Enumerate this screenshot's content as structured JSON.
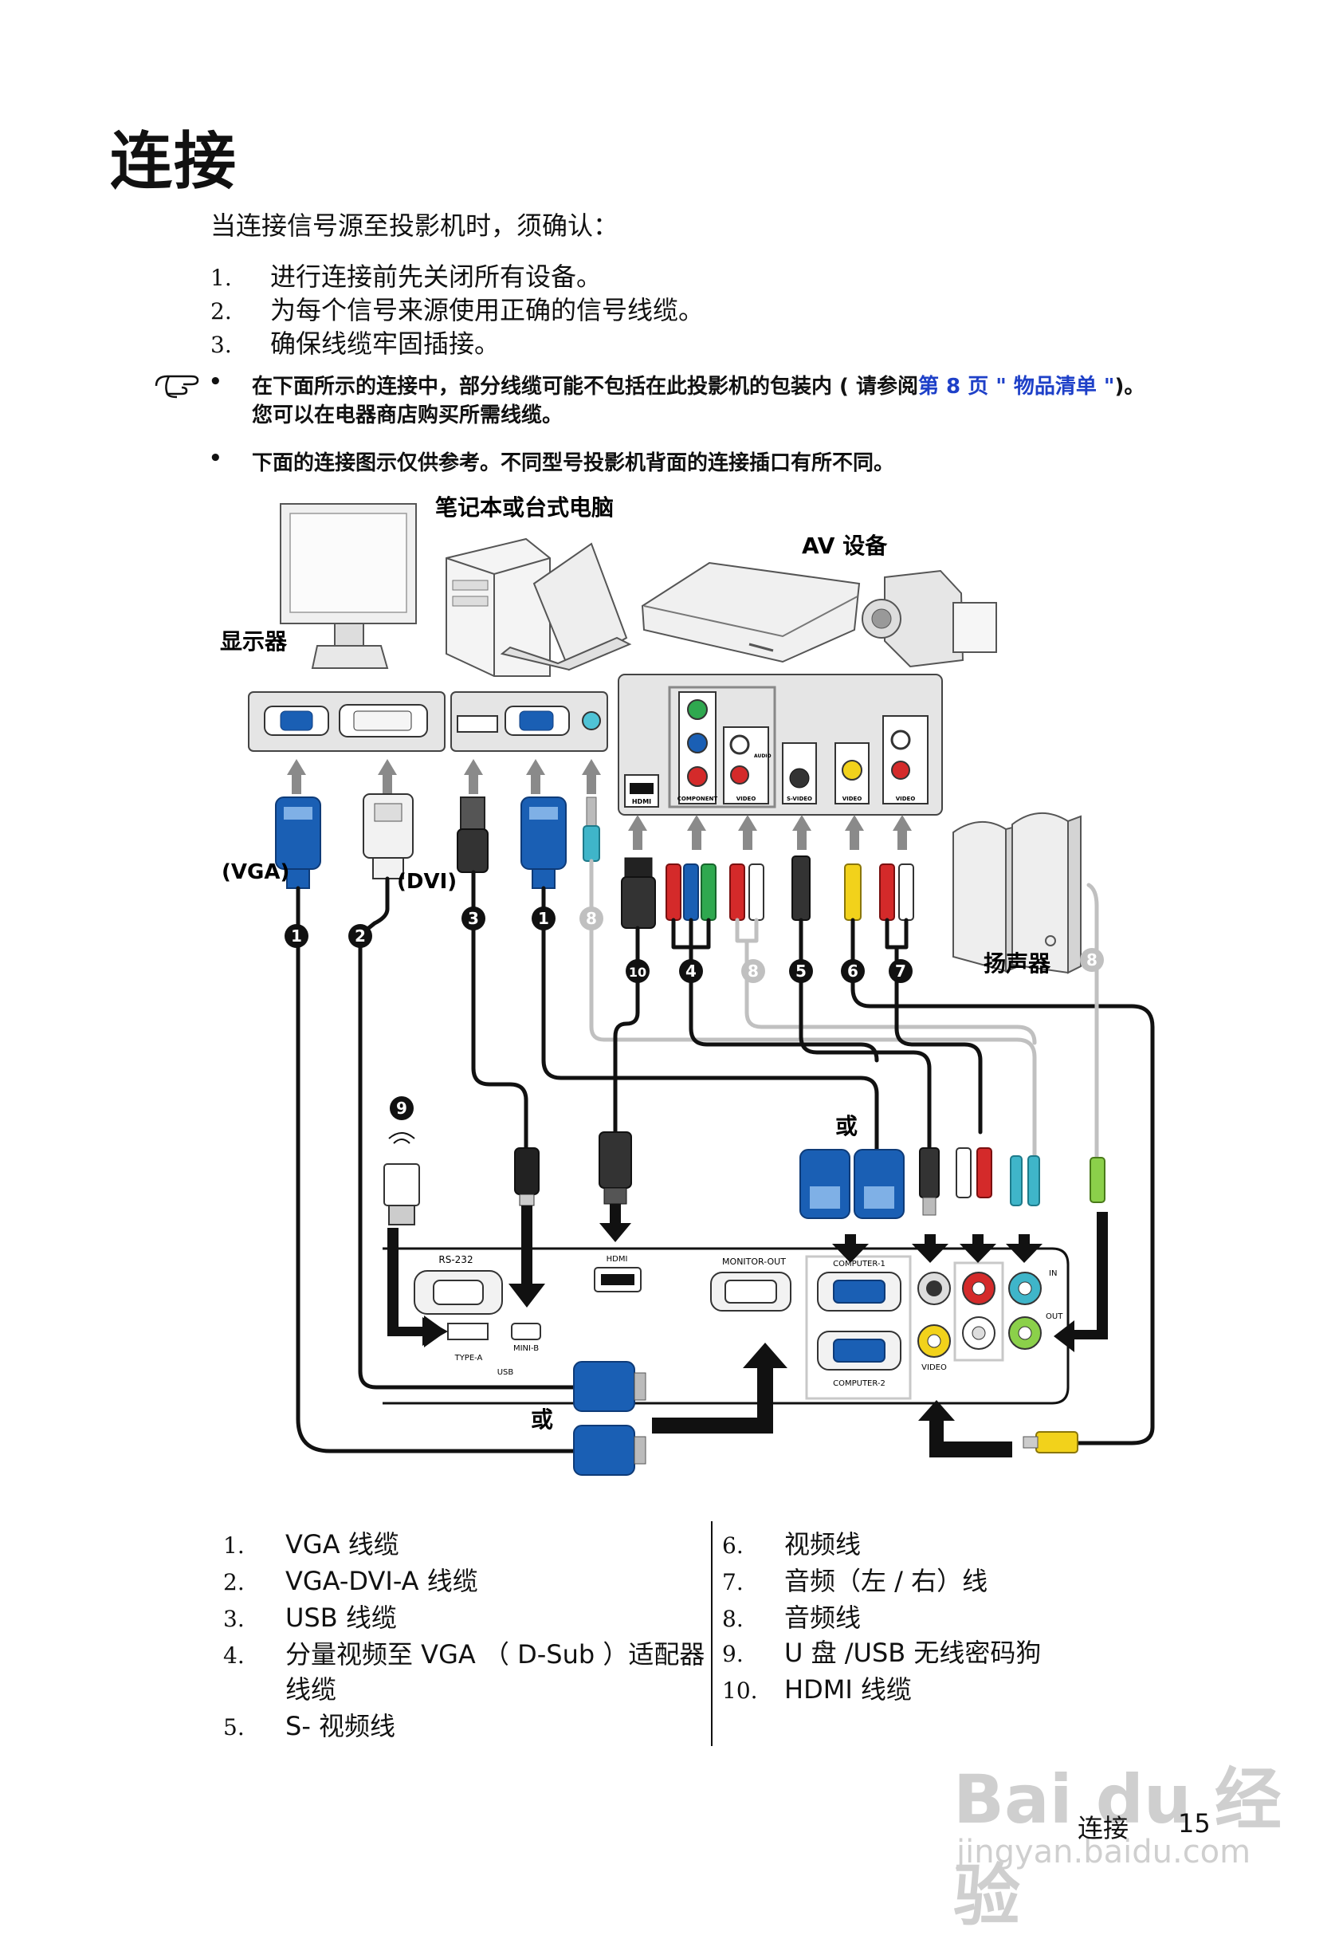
{
  "page": {
    "title": "连接",
    "intro": "当连接信号源至投影机时，须确认：",
    "steps": [
      {
        "num": "1.",
        "text": "进行连接前先关闭所有设备。"
      },
      {
        "num": "2.",
        "text": "为每个信号来源使用正确的信号线缆。"
      },
      {
        "num": "3.",
        "text": "确保线缆牢固插接。"
      }
    ],
    "notes": {
      "n1_pre": "在下面所示的连接中，部分线缆可能不包括在此投影机的包装内 ( 请参阅",
      "n1_link": "第 8 页 \" 物品清单 \"",
      "n1_post": ")。",
      "n1_line2": "您可以在电器商店购买所需线缆。",
      "n2": "下面的连接图示仅供参考。不同型号投影机背面的连接插口有所不同。"
    },
    "diagram": {
      "label_computer": "笔记本或台式电脑",
      "label_av": "AV 设备",
      "label_monitor": "显示器",
      "label_speaker": "扬声器",
      "label_vga": "(VGA)",
      "label_dvi": "(DVI)",
      "label_or": "或",
      "port_hdmi": "HDMI",
      "port_component": "COMPONENT",
      "port_video": "VIDEO",
      "port_svideo": "S-VIDEO",
      "port_audio": "AUDIO",
      "proj_rs232": "RS-232",
      "proj_hdmi": "HDMI",
      "proj_monitor_out": "MONITOR-OUT",
      "proj_computer1": "COMPUTER-1",
      "proj_computer2": "COMPUTER-2",
      "proj_typea": "TYPE-A",
      "proj_minib": "MINI-B",
      "proj_usb": "USB",
      "proj_video": "VIDEO",
      "proj_in": "IN",
      "proj_out": "OUT",
      "badges": [
        "1",
        "2",
        "3",
        "4",
        "5",
        "6",
        "7",
        "8",
        "9",
        "10"
      ]
    },
    "legend_left": [
      {
        "num": "1.",
        "text": "VGA 线缆"
      },
      {
        "num": "2.",
        "text": "VGA-DVI-A 线缆"
      },
      {
        "num": "3.",
        "text": "USB 线缆"
      },
      {
        "num": "4.",
        "text": "分量视频至 VGA （ D-Sub ）适配器"
      },
      {
        "num": "",
        "text": "线缆"
      },
      {
        "num": "5.",
        "text": "S- 视频线"
      }
    ],
    "legend_right": [
      {
        "num": "6.",
        "text": "视频线"
      },
      {
        "num": "7.",
        "text": "音频（左 / 右）线"
      },
      {
        "num": "8.",
        "text": "音频线"
      },
      {
        "num": "9.",
        "text": "U 盘 /USB 无线密码狗"
      },
      {
        "num": "10.",
        "text": "HDMI 线缆"
      }
    ],
    "footer": {
      "section": "连接",
      "page": "15"
    },
    "watermark": {
      "brand": "Bai du 经验",
      "url": "jingyan.baidu.com"
    }
  }
}
